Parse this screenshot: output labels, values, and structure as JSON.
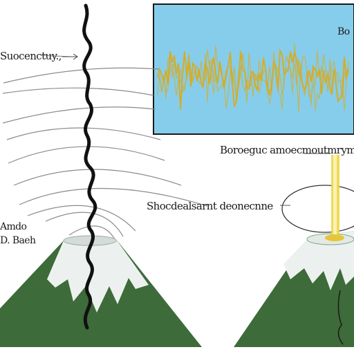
{
  "labels": {
    "top_left": "Suocenctuy.,",
    "top_right": "Bo",
    "mid_right": "Boroeguc amoecmoutmrymo",
    "center": "Shocdealsarnt deonecnne",
    "left_a": "Amdo",
    "left_b": "D. Baeh"
  },
  "colors": {
    "sky_panel": "#86cdeb",
    "panel_border": "#1a1a1a",
    "waveform": "#d9ab1f",
    "mountain": "#3d6b3a",
    "snow": "#ecf1ef",
    "fault_line": "#111111",
    "eruption": "#f0d64a"
  }
}
